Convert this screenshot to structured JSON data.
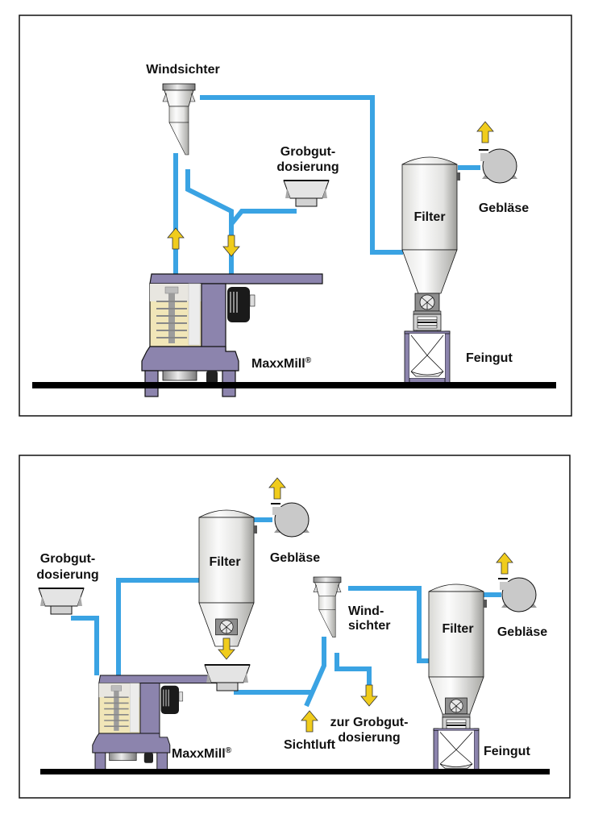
{
  "panels": [
    {
      "name": "panel-top",
      "labels": {
        "windsichter": "Windsichter",
        "grobgut_line1": "Grobgut-",
        "grobgut_line2": "dosierung",
        "filter": "Filter",
        "geblaese": "Gebläse",
        "maxxmill": "MaxxMill",
        "registered": "®",
        "feingut": "Feingut"
      }
    },
    {
      "name": "panel-bottom",
      "labels": {
        "grobgut_line1": "Grobgut-",
        "grobgut_line2": "dosierung",
        "filter1": "Filter",
        "geblaese1": "Gebläse",
        "windsichter_line1": "Wind-",
        "windsichter_line2": "sichter",
        "filter2": "Filter",
        "geblaese2": "Gebläse",
        "sichtluft": "Sichtluft",
        "zur_grobgut_line1": "zur Grobgut-",
        "zur_grobgut_line2": "dosierung",
        "maxxmill": "MaxxMill",
        "registered": "®",
        "feingut": "Feingut"
      }
    }
  ],
  "colors": {
    "pipe": "#3aa3e3",
    "arrow": "#f0cc1c",
    "mill_frame": "#8c84ad",
    "mill_chamber": "#f1e6b8",
    "equipment_grey": "#c8c8c8"
  }
}
